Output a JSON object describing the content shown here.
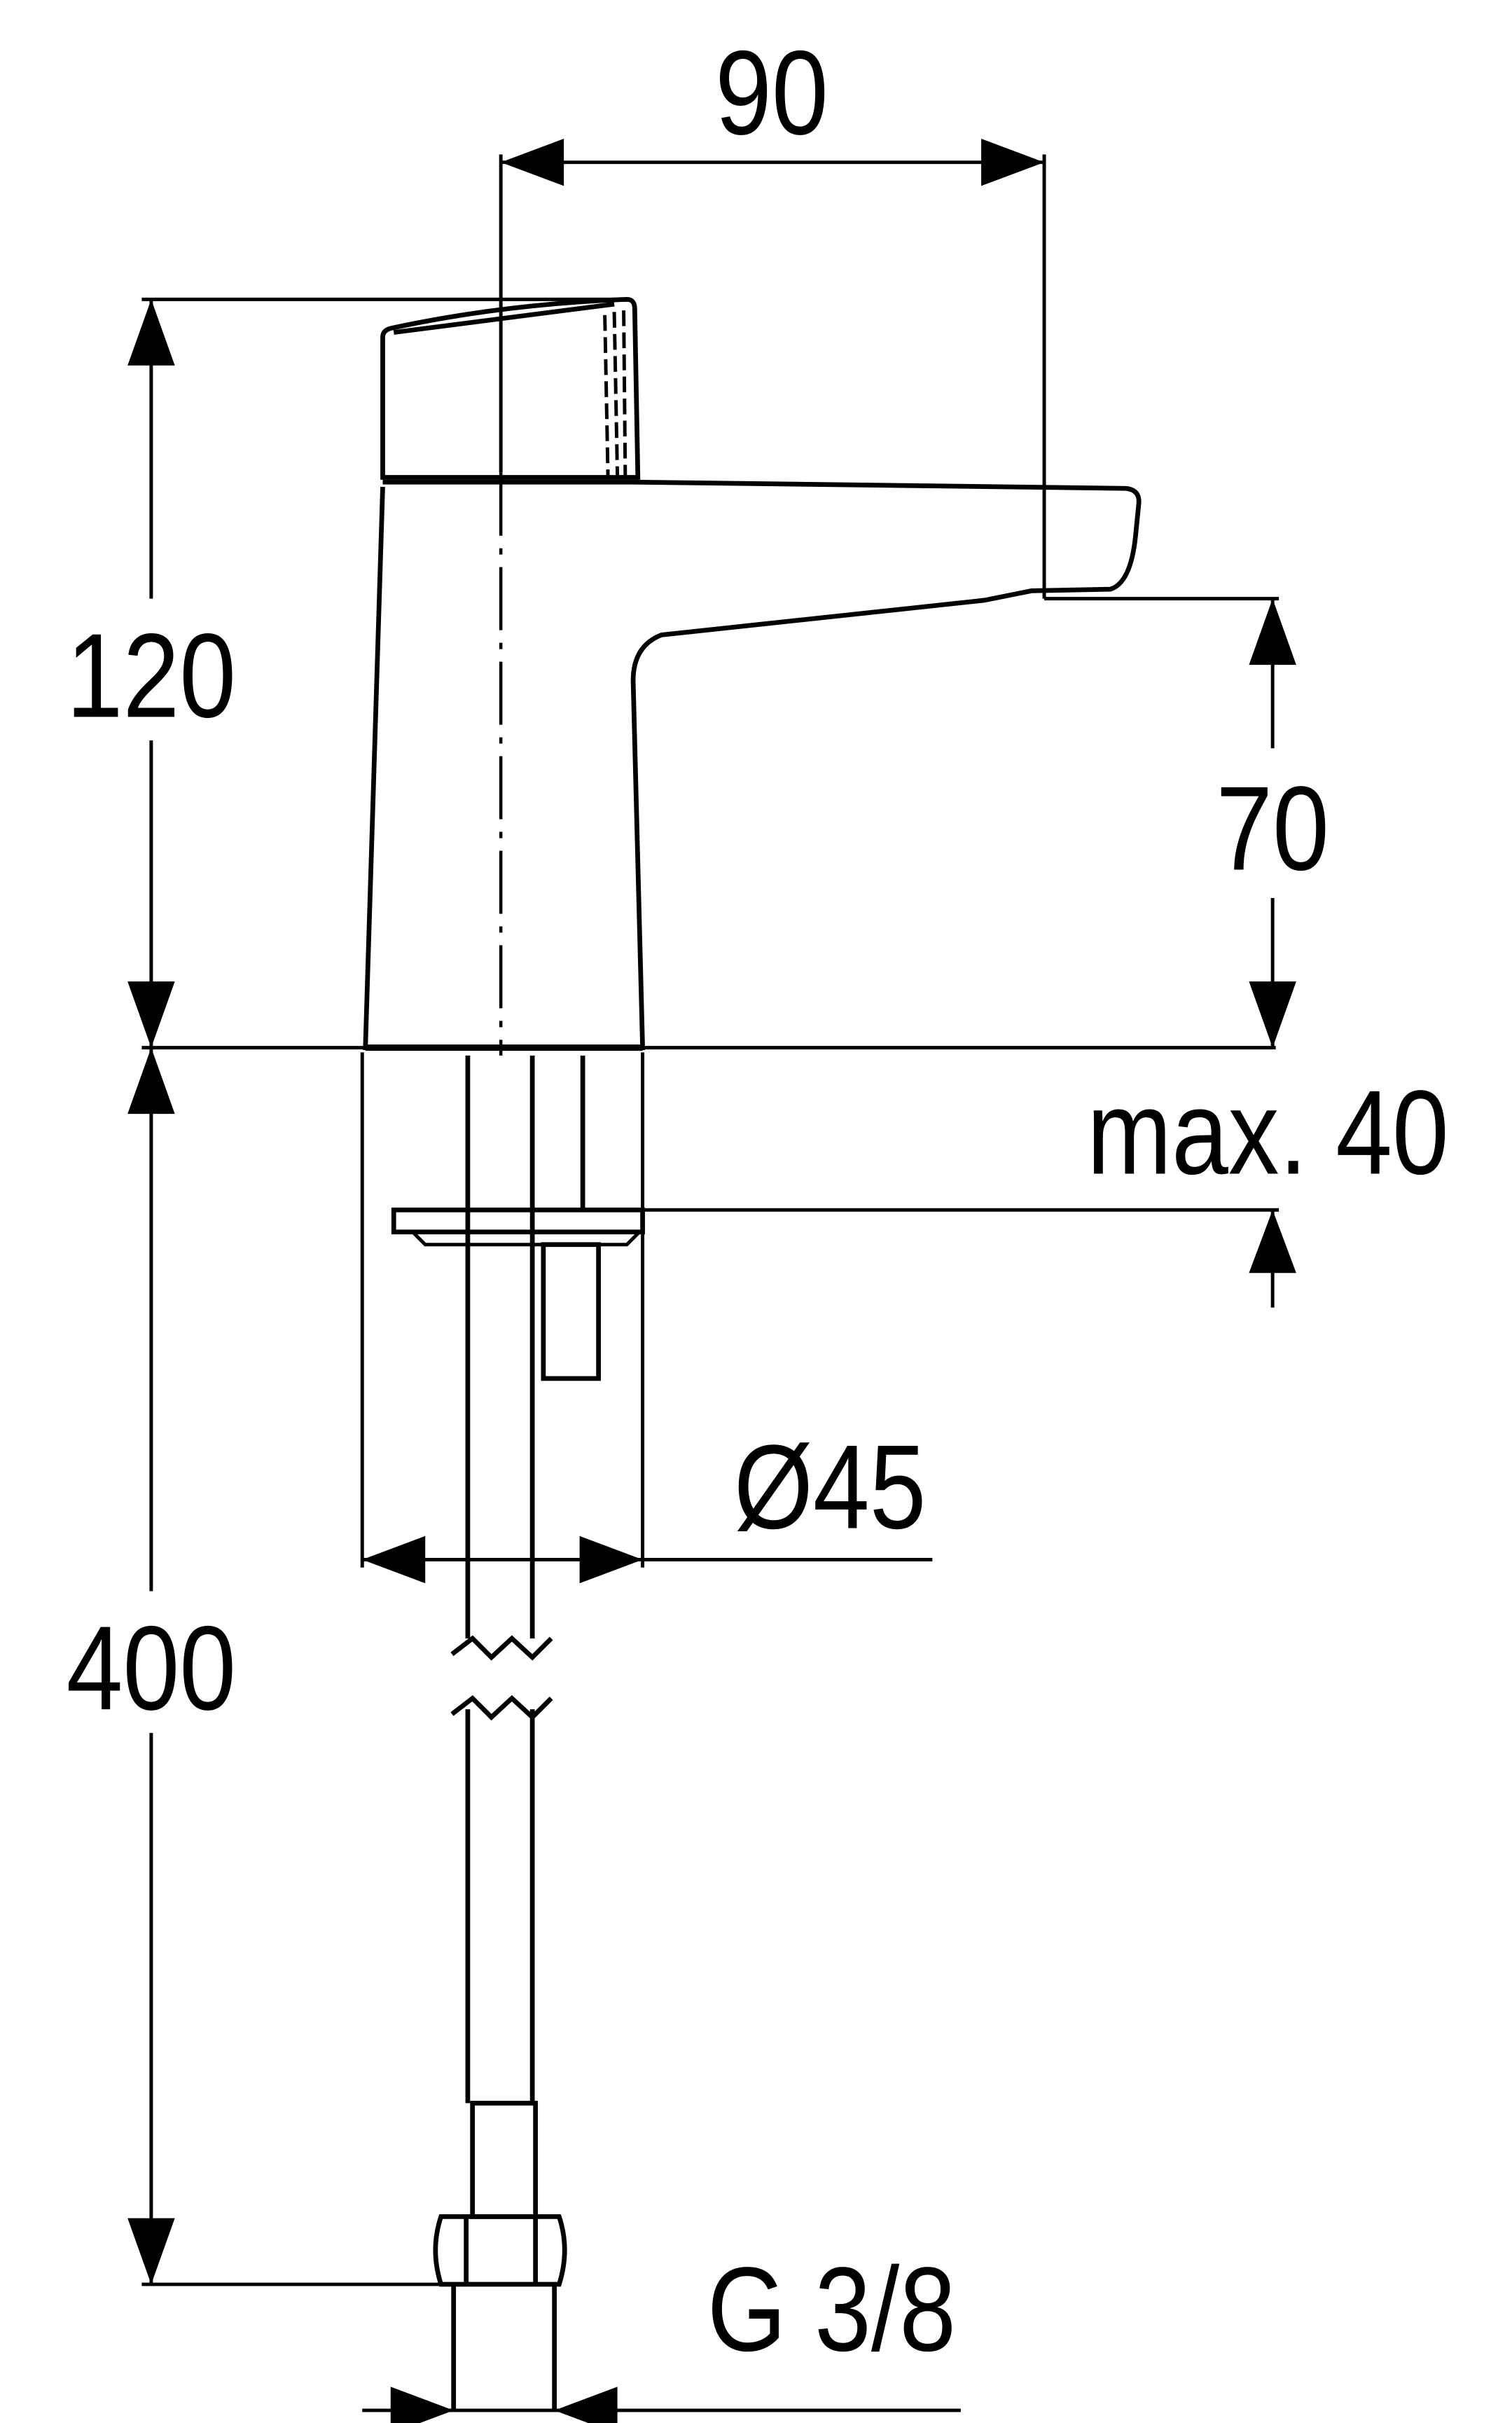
{
  "drawing": {
    "dimensions": {
      "spout_reach": "90",
      "total_height": "120",
      "spout_height": "70",
      "max_deck_thickness": "max. 40",
      "base_diameter": "Ø45",
      "hose_length": "400",
      "thread": "G 3/8"
    },
    "line_color": "#000000",
    "background": "#ffffff"
  }
}
